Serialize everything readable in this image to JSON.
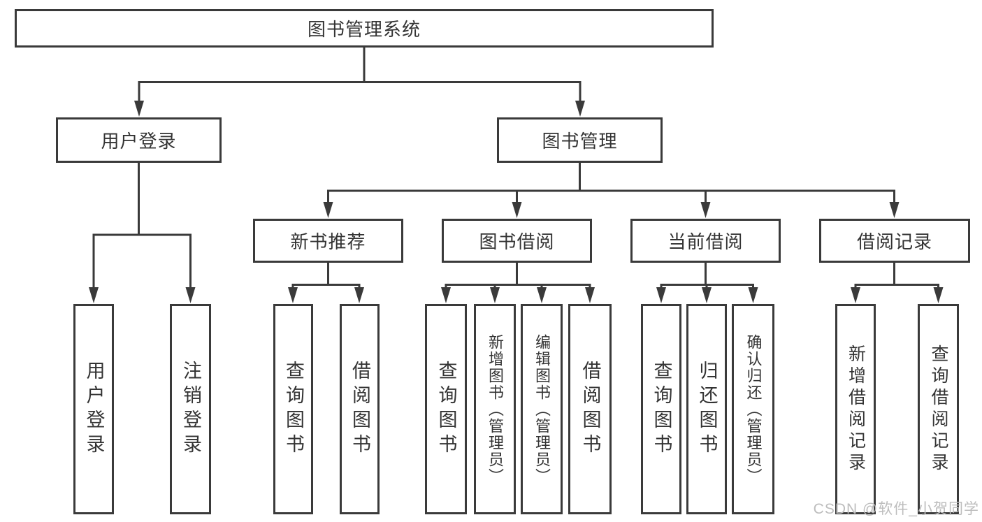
{
  "diagram": {
    "type": "hierarchy-tree",
    "root": {
      "label": "图书管理系统"
    },
    "level2": [
      {
        "label": "用户登录"
      },
      {
        "label": "图书管理"
      }
    ],
    "level3": [
      {
        "label": "新书推荐",
        "parent": "图书管理"
      },
      {
        "label": "图书借阅",
        "parent": "图书管理"
      },
      {
        "label": "当前借阅",
        "parent": "图书管理"
      },
      {
        "label": "借阅记录",
        "parent": "图书管理"
      }
    ],
    "leaves": [
      {
        "label": "用户登录",
        "parent": "用户登录"
      },
      {
        "label": "注销登录",
        "parent": "用户登录"
      },
      {
        "label": "查询图书",
        "parent": "新书推荐"
      },
      {
        "label": "借阅图书",
        "parent": "新书推荐"
      },
      {
        "label": "查询图书",
        "parent": "图书借阅"
      },
      {
        "label": "新增图书（管理员）",
        "parent": "图书借阅"
      },
      {
        "label": "编辑图书（管理员）",
        "parent": "图书借阅"
      },
      {
        "label": "借阅图书",
        "parent": "图书借阅"
      },
      {
        "label": "查询图书",
        "parent": "当前借阅"
      },
      {
        "label": "归还图书",
        "parent": "当前借阅"
      },
      {
        "label": "确认归还（管理员）",
        "parent": "当前借阅"
      },
      {
        "label": "新增借阅记录",
        "parent": "借阅记录"
      },
      {
        "label": "查询借阅记录",
        "parent": "借阅记录"
      }
    ]
  },
  "watermark": {
    "text": "CSDN @软件_小贺同学"
  },
  "colors": {
    "line": "#3a3a3a",
    "text": "#333333",
    "background": "#ffffff",
    "watermark": "#bdbdbd"
  }
}
